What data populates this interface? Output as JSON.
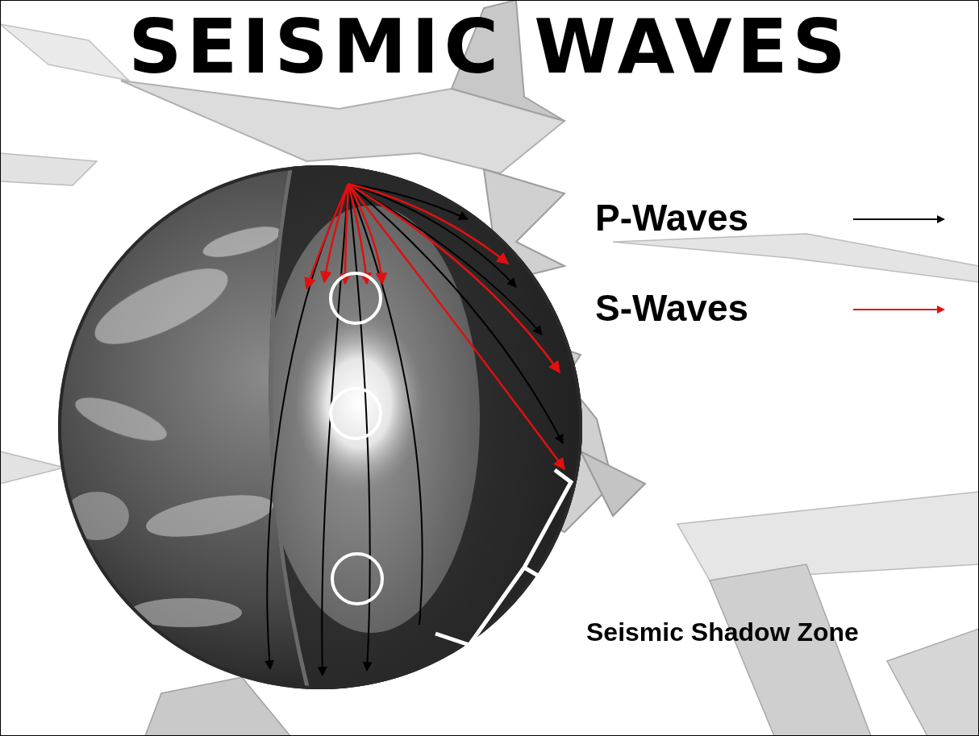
{
  "diagram": {
    "title": "SEISMIC WAVES",
    "labels": [
      "Seismic Shadow Zone"
    ],
    "legend": [
      {
        "text": "P-Waves"
      },
      {
        "text": "S-Waves"
      }
    ]
  }
}
